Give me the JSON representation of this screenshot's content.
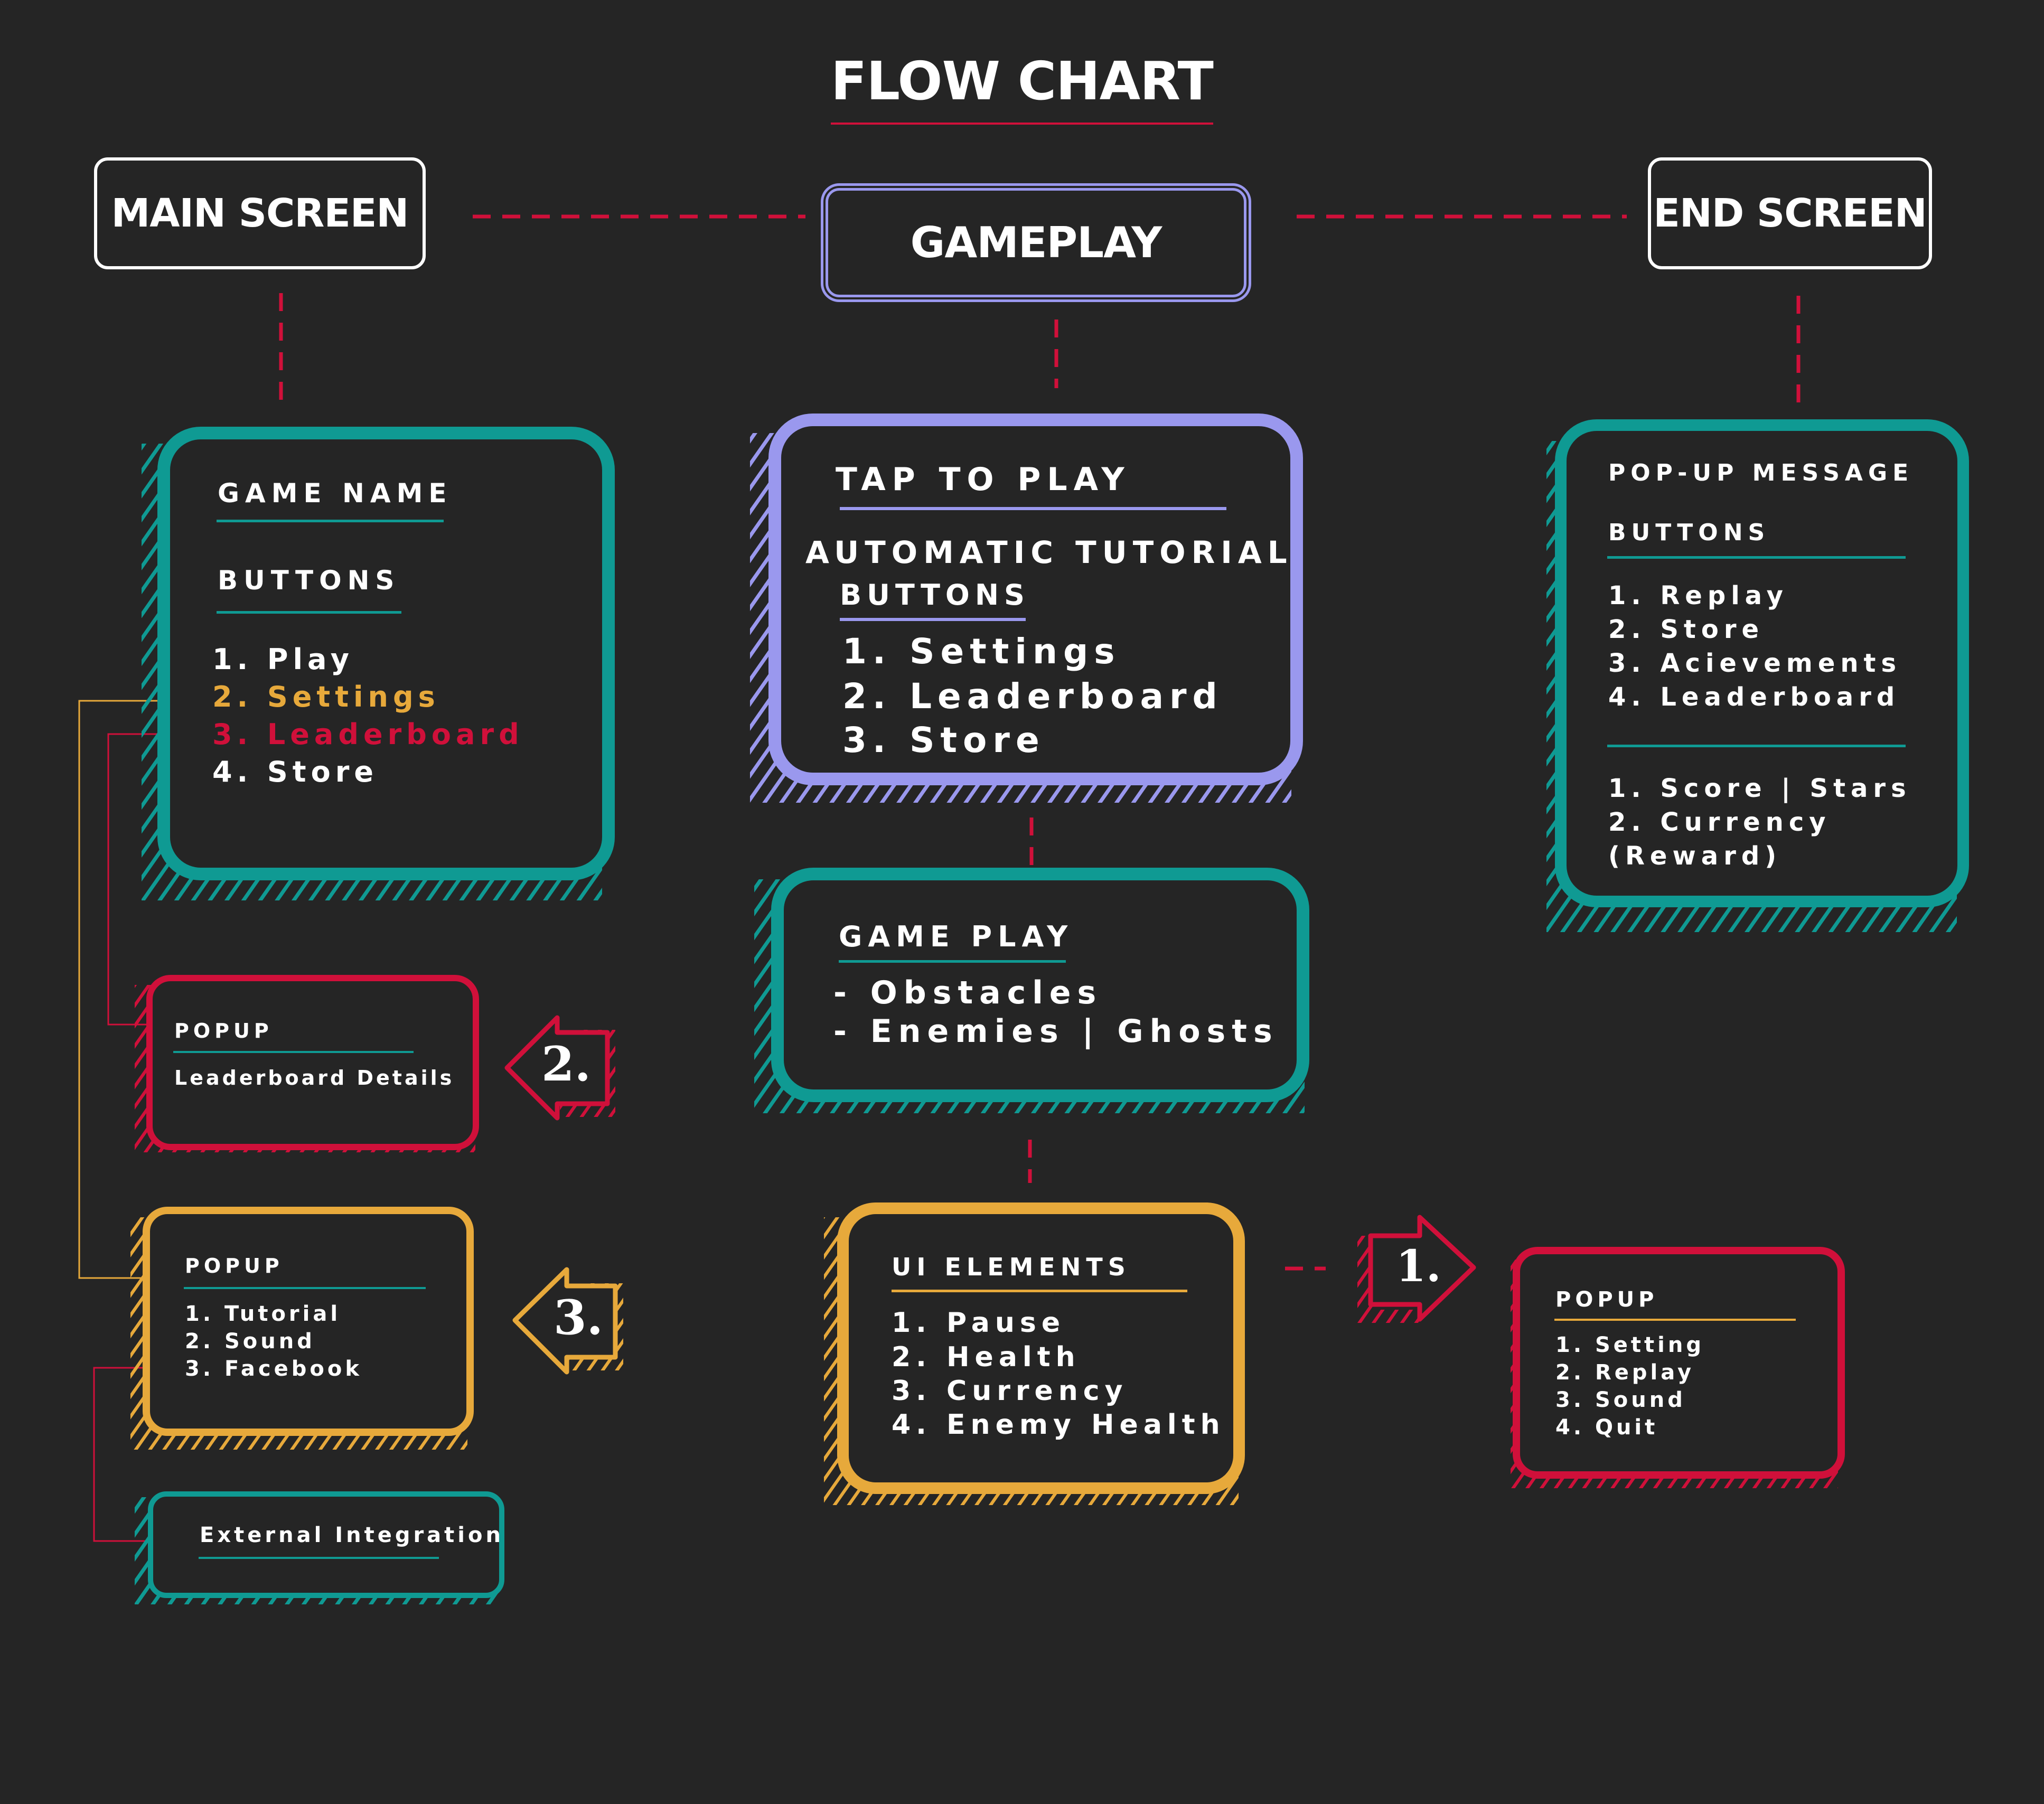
{
  "title": "FLOW CHART",
  "colors": {
    "teal": "#0f9a93",
    "purple": "#9a98ee",
    "red": "#d0103a",
    "yellow": "#e7a93b",
    "white": "#ffffff",
    "bg": "#252525"
  },
  "headers": {
    "main_screen": "MAIN SCREEN",
    "gameplay": "GAMEPLAY",
    "end_screen": "END SCREEN"
  },
  "main_card": {
    "game_name": "GAME NAME",
    "buttons_label": "BUTTONS",
    "items": [
      "1. Play",
      "2. Settings",
      "3. Leaderboard",
      "4. Store"
    ]
  },
  "popup_leaderboard": {
    "label": "POPUP",
    "detail": "Leaderboard Details"
  },
  "popup_settings": {
    "label": "POPUP",
    "items": [
      "1. Tutorial",
      "2. Sound",
      "3. Facebook"
    ]
  },
  "external": {
    "label": "External Integration"
  },
  "tap_card": {
    "tap": "TAP TO PLAY",
    "tutorial": "AUTOMATIC TUTORIAL",
    "buttons_label": "BUTTONS",
    "items": [
      "1. Settings",
      "2. Leaderboard",
      "3. Store"
    ]
  },
  "game_play_card": {
    "label": "GAME PLAY",
    "items": [
      "- Obstacles",
      "- Enemies | Ghosts"
    ]
  },
  "ui_card": {
    "label": "UI ELEMENTS",
    "items": [
      "1. Pause",
      "2. Health",
      "3. Currency",
      "4. Enemy Health"
    ]
  },
  "popup_pause": {
    "label": "POPUP",
    "items": [
      "1. Setting",
      "2. Replay",
      "3. Sound",
      "4. Quit"
    ]
  },
  "end_card": {
    "popup_message": "POP-UP MESSAGE",
    "buttons_label": "BUTTONS",
    "buttons": [
      "1. Replay",
      "2. Store",
      "3. Acievements",
      "4. Leaderboard"
    ],
    "rewards": [
      "1. Score | Stars",
      "2. Currency",
      "(Reward)"
    ]
  },
  "arrows": {
    "one": "1.",
    "two": "2.",
    "three": "3."
  }
}
